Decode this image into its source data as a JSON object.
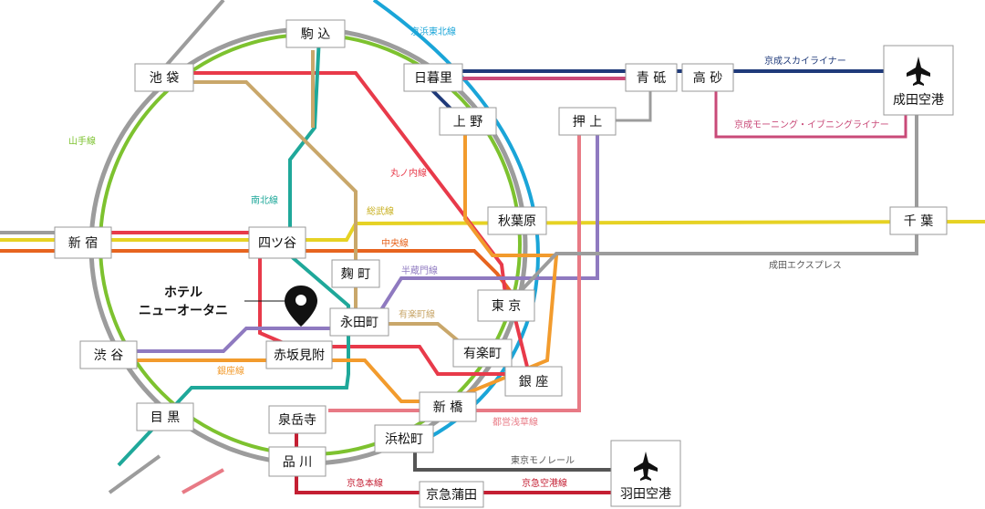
{
  "map": {
    "hotel": {
      "line1": "ホテル",
      "line2": "ニューオータニ",
      "marker_icon": "map-pin-icon"
    },
    "stations": {
      "komagome": "駒 込",
      "ikebukuro": "池 袋",
      "nippori": "日暮里",
      "aoto": "青 砥",
      "takasago": "高 砂",
      "narita": "成田空港",
      "ueno": "上 野",
      "oshiage": "押 上",
      "akihabara": "秋葉原",
      "chiba": "千 葉",
      "shinjuku": "新 宿",
      "yotsuya": "四ツ谷",
      "kojimachi": "麹 町",
      "tokyo": "東 京",
      "nagatacho": "永田町",
      "shibuya": "渋 谷",
      "akasakamitsuke": "赤坂見附",
      "yurakucho": "有楽町",
      "ginza": "銀 座",
      "shimbashi": "新 橋",
      "meguro": "目 黒",
      "sengakuji": "泉岳寺",
      "hamamatsucho": "浜松町",
      "shinagawa": "品 川",
      "keikyukamata": "京急蒲田",
      "haneda": "羽田空港"
    },
    "lines": {
      "keihin_tohoku": "京浜東北線",
      "yamanote": "山手線",
      "marunouchi": "丸ノ内線",
      "nanboku": "南北線",
      "sobu": "総武線",
      "chuo": "中央線",
      "hanzomon": "半蔵門線",
      "yurakucho": "有楽町線",
      "ginza": "銀座線",
      "asakusa": "都営浅草線",
      "skyliner": "京成スカイライナー",
      "morningliner": "京成モーニング・イブニングライナー",
      "narita_express": "成田エクスプレス",
      "monorail": "東京モノレール",
      "keikyu_main": "京急本線",
      "keikyu_airport": "京急空港線"
    },
    "colors": {
      "yamanote": "#7dc22f",
      "keihin_tohoku": "#1aa5d8",
      "gray": "#9c9c9c",
      "marunouchi": "#e83a4a",
      "nanboku": "#1fa89a",
      "sobu": "#e6d224",
      "chuo": "#e7641f",
      "hanzomon": "#8f7ac0",
      "yurakucho": "#c9a76a",
      "ginza": "#f29b2d",
      "asakusa": "#e87a85",
      "skyliner": "#1f3a7a",
      "morningliner": "#c94a78",
      "keikyu": "#c41f33",
      "monorail": "#555555"
    }
  }
}
